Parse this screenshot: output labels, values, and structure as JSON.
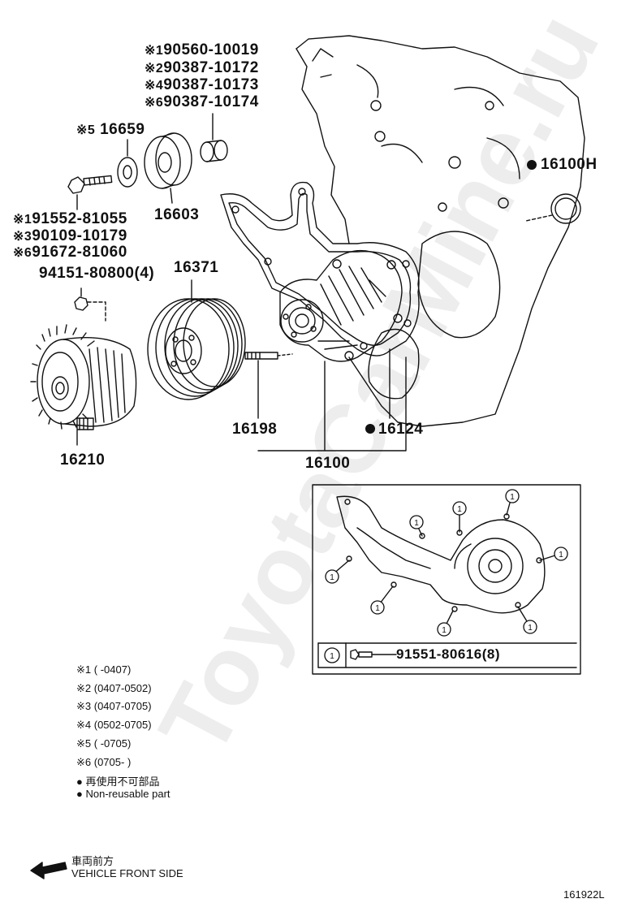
{
  "watermark": "ToyotaCarMine.ru",
  "parts": {
    "p16659": "16659",
    "p16603": "16603",
    "p16371": "16371",
    "p16100H": "16100H",
    "p16198": "16198",
    "p16124": "16124",
    "p16100": "16100",
    "p16210": "16210",
    "p94151": "94151-80800(4)"
  },
  "marks": {
    "m16659": "※5",
    "bolt_group": [
      {
        "mark": "※1",
        "num": "91552-81055"
      },
      {
        "mark": "※3",
        "num": "90109-10179"
      },
      {
        "mark": "※6",
        "num": "91672-81060"
      }
    ],
    "spacer_group": [
      {
        "mark": "※1",
        "num": "90560-10019"
      },
      {
        "mark": "※2",
        "num": "90387-10172"
      },
      {
        "mark": "※4",
        "num": "90387-10173"
      },
      {
        "mark": "※6",
        "num": "90387-10174"
      }
    ]
  },
  "inset": {
    "callout": "1",
    "bolt_part": "91551-80616(8)"
  },
  "legend": [
    {
      "mark": "※1",
      "range": "(      -0407)"
    },
    {
      "mark": "※2",
      "range": "(0407-0502)"
    },
    {
      "mark": "※3",
      "range": "(0407-0705)"
    },
    {
      "mark": "※4",
      "range": "(0502-0705)"
    },
    {
      "mark": "※5",
      "range": "(      -0705)"
    },
    {
      "mark": "※6",
      "range": "(0705-      )"
    }
  ],
  "nonreusable": {
    "jp": "再使用不可部品",
    "en": "Non-reusable part"
  },
  "direction": {
    "jp": "車両前方",
    "en": "VEHICLE FRONT SIDE"
  },
  "figure_id": "161922L"
}
